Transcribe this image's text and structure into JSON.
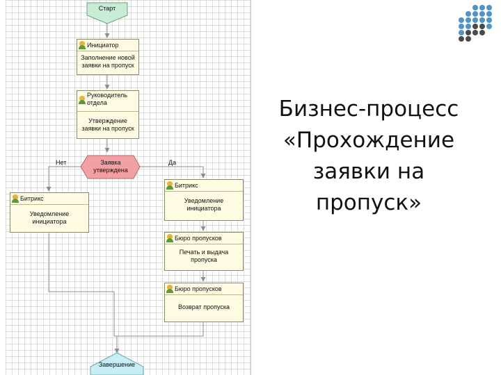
{
  "diagram": {
    "start": "Старт",
    "end": "Завершение",
    "decision": "Заявка утверждена",
    "no_label": "Нет",
    "yes_label": "Да",
    "steps": [
      {
        "role": "Инициатор",
        "action": "Заполнение новой заявки на пропуск"
      },
      {
        "role": "Руководитель отдела",
        "action": "Утверждение заявки на пропуск"
      },
      {
        "role": "Битрикс",
        "action": "Уведомление инициатора"
      },
      {
        "role": "Битрикс",
        "action": "Уведомление инициатора"
      },
      {
        "role": "Бюро пропусков",
        "action": "Печать и выдача пропуска"
      },
      {
        "role": "Бюро пропусков",
        "action": "Возврат пропуска"
      }
    ]
  },
  "slide_title": "Бизнес-процесс «Прохождение заявки на пропуск»",
  "colors": {
    "terminal_fill": "#c8ecd6",
    "end_fill": "#c6eef3",
    "decision_fill": "#f2a0a4",
    "box_fill": "#fffbe3",
    "logo_blue": "#4f95c6",
    "logo_dark": "#4a4a4a"
  }
}
